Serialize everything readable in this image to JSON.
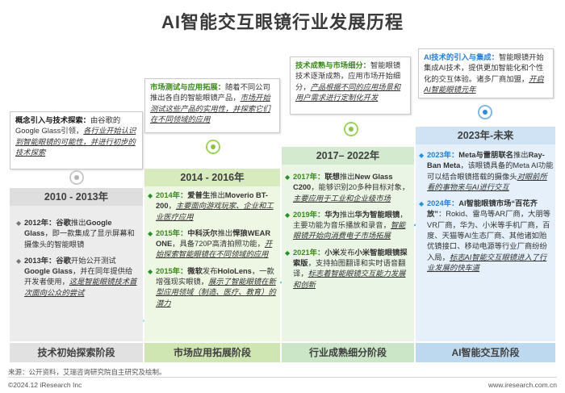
{
  "title": "AI智能交互眼镜行业发展历程",
  "stages": [
    {
      "period": "2010 - 2013年",
      "stage_name": "技术初始探索阶段",
      "callout": {
        "heading": "概念引入与技术探索：",
        "body": "由谷歌的Google Glass引领，",
        "italic": "各行业开始认识到智能眼镜的可能性，并进行初步的技术探索"
      },
      "entries": [
        {
          "year": "2012年：",
          "company": "谷歌",
          "pre": "推出",
          "product": "Google Glass",
          "text": "，即一款集成了显示屏幕和摄像头的智能眼镜",
          "italic": ""
        },
        {
          "year": "2013年：",
          "company": "谷歌",
          "pre": "开始公开测试",
          "product": "Google Glass",
          "text": "，并在同年提供给开发者使用，",
          "italic": "这是智能眼镜技术首次面向公众的尝试"
        }
      ]
    },
    {
      "period": "2014 - 2016年",
      "stage_name": "市场应用拓展阶段",
      "callout": {
        "heading": "市场测试与应用拓展：",
        "body": "随着不同公司推出各自的智能眼镜产品，",
        "italic": "市场开始测试这些产品的实用性，并探索它们在不同领域的应用"
      },
      "entries": [
        {
          "year": "2014年：",
          "company": "爱普生",
          "pre": "推出",
          "product": "Moverio BT-200",
          "text": "，",
          "italic": "主要面向游戏玩家、企业和工业医疗应用"
        },
        {
          "year": "2015年：",
          "company": "中科沃尔",
          "pre": "推出",
          "product": "悍狼WEAR ONE",
          "text": "，具备720P高清拍照功能，",
          "italic": "开始探索智能眼镜在不同领域的应用"
        },
        {
          "year": "2015年：",
          "company": "微软",
          "pre": "发布",
          "product": "HoloLens",
          "text": "，一款增强现实眼镜，",
          "italic": "展示了智能眼镜在新型应用领域（制造、医疗、教育）的潜力"
        }
      ]
    },
    {
      "period": "2017– 2022年",
      "stage_name": "行业成熟细分阶段",
      "callout": {
        "heading": "技术成熟与市场细分：",
        "body": "智能眼镜技术逐渐成熟，应用市场开始细分，",
        "italic": "产品根据不同的应用场景和用户需求进行定制化开发"
      },
      "entries": [
        {
          "year": "2017年：",
          "company": "联想",
          "pre": "推出",
          "product": "New Glass C200",
          "text": "，能够识别20多种目标对象，",
          "italic": "主要应用于工业和企业级市场"
        },
        {
          "year": "2019年：",
          "company": "华为",
          "pre": "推出",
          "product": "华为智能眼镜",
          "text": "，主要功能为音乐播放和录音，",
          "italic": "智能眼镜开始向消费电子市场拓展"
        },
        {
          "year": "2021年：",
          "company": "小米",
          "pre": "发布",
          "product": "小米智能眼镜探索版",
          "text": "，支持拍图翻译和实时语音翻译，",
          "italic": "标志着智能眼镜交互能力发展和创新"
        }
      ]
    },
    {
      "period": "2023年-未来",
      "stage_name": "AI智能交互阶段",
      "callout": {
        "heading": "AI技术的引入与集成：",
        "body": "智能眼镜开始集成AI技术，提供更加智能化和个性化的交互体验。诸多厂商加盟，",
        "italic": "开启AI智能眼镜元年"
      },
      "entries": [
        {
          "year": "2023年：",
          "company": "Meta与雷朋联名",
          "pre": "推出",
          "product": "Ray-Ban Meta",
          "text": "，该眼镜具备的Meta AI功能可以结合眼镜搭载的摄像头",
          "italic": "对眼前所看的事物来与AI进行交互"
        },
        {
          "year": "2024年：",
          "company": "AI智能眼镜市场“百花齐放”",
          "pre": "：",
          "product": "",
          "text": "Rokid、雷鸟等AR厂商，大朋等VR厂商，华为、小米等手机厂商，百度、天猫等AI生态厂商、其他诸如贻优镜接口、移动电源等行业厂商纷纷入局，",
          "italic": "标志AI智能交互眼镜进入了行业发展的快车道"
        }
      ]
    }
  ],
  "footer": {
    "source": "来源：公开资料，艾瑞咨询研究院自主研究及绘制。",
    "copyright": "©2024.12 iResearch Inc",
    "site": "www.iresearch.com.cn"
  },
  "colors": {
    "stage1_bg": "#e9e9e9",
    "stage2_bg": "#e3f0d3",
    "stage3_bg": "#dff0dc",
    "stage4_bg": "#dceaf6",
    "accent_green": "#8bc34a",
    "accent_blue": "#2b8fd6",
    "arrow": "#2aa7e0"
  },
  "icons": [
    "dot-green",
    "dot-blue",
    "growth-arrow"
  ]
}
